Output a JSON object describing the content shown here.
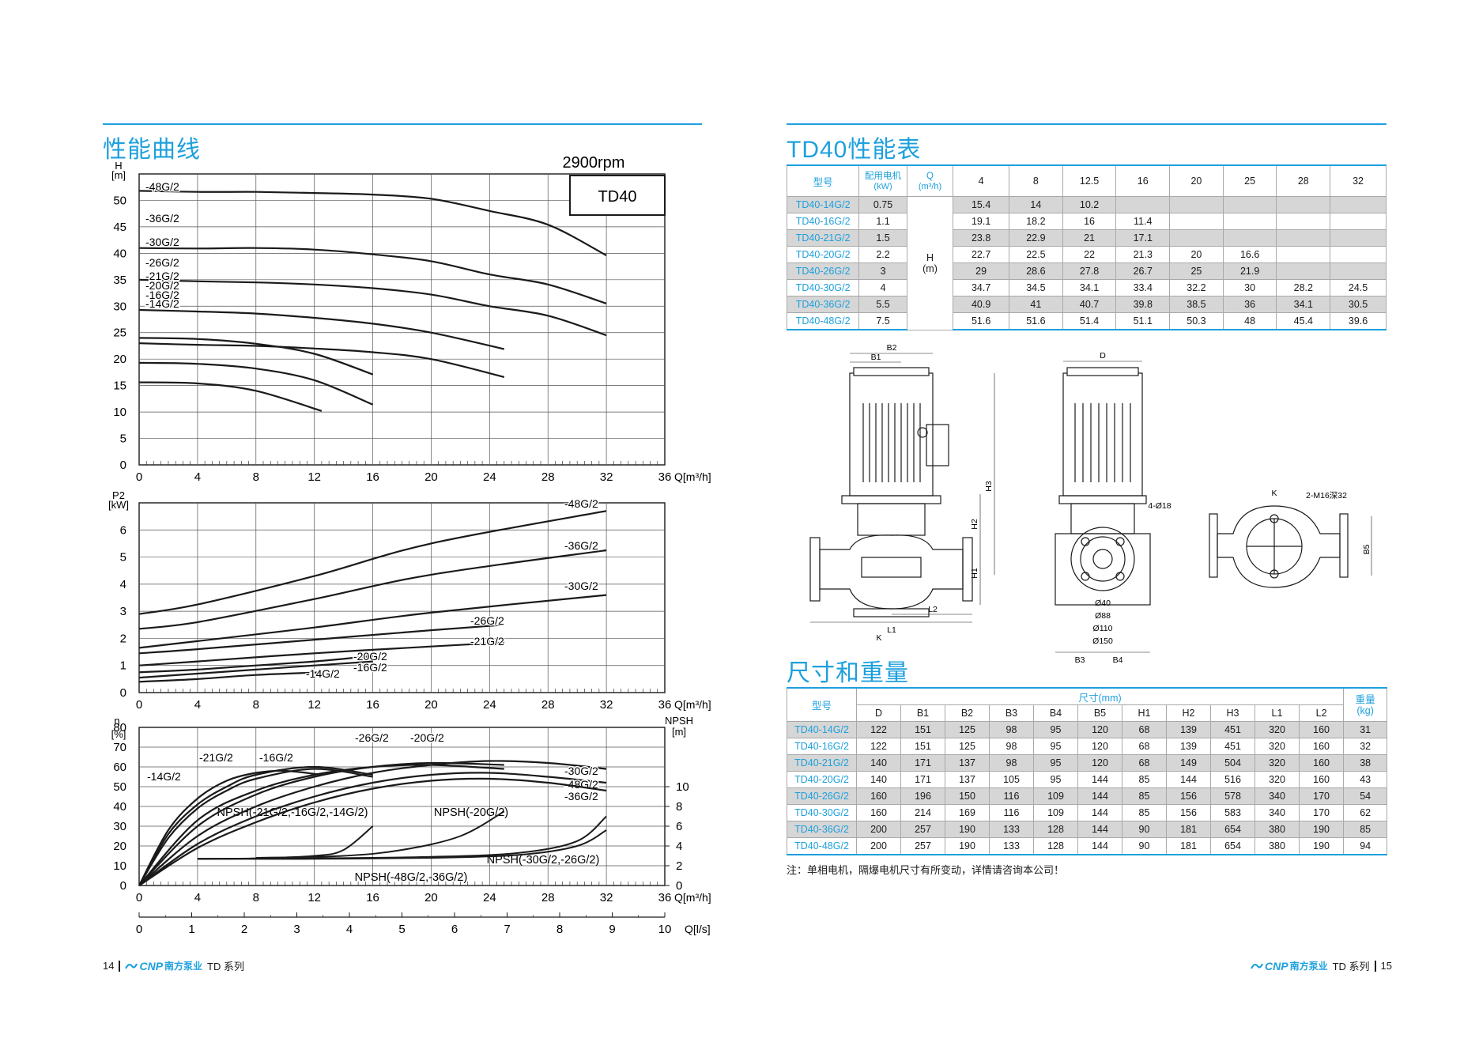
{
  "left_page": {
    "title": "性能曲线",
    "speed": "2900rpm",
    "model_box": "TD40",
    "h_label": "H",
    "h_unit": "[m]",
    "p_label": "P2",
    "p_unit": "[kW]",
    "eta_label": "η",
    "eta_unit": "[%]",
    "npsh_label": "NPSH",
    "npsh_unit": "[m]",
    "q_unit_m3h": "Q[m³/h]",
    "q_unit_ls": "Q[l/s]",
    "npsh_labels": [
      "NPSH(-21G/2,-16G/2,-14G/2)",
      "NPSH(-20G/2)",
      "NPSH(-30G/2,-26G/2)",
      "NPSH(-48G/2,-36G/2)"
    ]
  },
  "chart_data": [
    {
      "type": "line",
      "title": "",
      "ylabel": "H [m]",
      "xlabel": "Q[m³/h]",
      "xlim": [
        0,
        36
      ],
      "ylim": [
        0,
        55
      ],
      "x_ticks": [
        "0",
        "4",
        "8",
        "12",
        "16",
        "20",
        "24",
        "28",
        "32",
        "36"
      ],
      "y_ticks": [
        "0",
        "5",
        "10",
        "15",
        "20",
        "25",
        "30",
        "35",
        "40",
        "45",
        "50"
      ],
      "grid": true,
      "series": [
        {
          "name": "-48G/2",
          "x": [
            0,
            4,
            8,
            12,
            16,
            20,
            24,
            28,
            32
          ],
          "y": [
            51.8,
            51.6,
            51.6,
            51.4,
            51.1,
            50.3,
            48.0,
            45.4,
            39.6
          ]
        },
        {
          "name": "-36G/2",
          "x": [
            0,
            4,
            8,
            12,
            16,
            20,
            24,
            28,
            32
          ],
          "y": [
            41.0,
            40.9,
            41.0,
            40.7,
            39.8,
            38.5,
            36.0,
            34.1,
            30.5
          ]
        },
        {
          "name": "-30G/2",
          "x": [
            0,
            4,
            8,
            12,
            16,
            20,
            24,
            28,
            32
          ],
          "y": [
            35.0,
            34.7,
            34.5,
            34.1,
            33.4,
            32.2,
            30.0,
            28.2,
            24.5
          ]
        },
        {
          "name": "-26G/2",
          "x": [
            0,
            4,
            8,
            12,
            16,
            20,
            25
          ],
          "y": [
            29.3,
            29.0,
            28.6,
            27.8,
            26.7,
            25.0,
            21.9
          ]
        },
        {
          "name": "-21G/2",
          "x": [
            0,
            4,
            8,
            12,
            16
          ],
          "y": [
            24.0,
            23.8,
            22.9,
            21.0,
            17.1
          ]
        },
        {
          "name": "-20G/2",
          "x": [
            0,
            4,
            8,
            12,
            16,
            20,
            25
          ],
          "y": [
            23.0,
            22.7,
            22.5,
            22.0,
            21.3,
            20.0,
            16.6
          ]
        },
        {
          "name": "-16G/2",
          "x": [
            0,
            4,
            8,
            12,
            16
          ],
          "y": [
            19.3,
            19.1,
            18.2,
            16.0,
            11.4
          ]
        },
        {
          "name": "-14G/2",
          "x": [
            0,
            4,
            8,
            12.5
          ],
          "y": [
            15.6,
            15.4,
            14.0,
            10.2
          ]
        }
      ]
    },
    {
      "type": "line",
      "title": "",
      "ylabel": "P2 [kW]",
      "xlabel": "Q[m³/h]",
      "xlim": [
        0,
        36
      ],
      "ylim": [
        0,
        7
      ],
      "x_ticks": [
        "0",
        "4",
        "8",
        "12",
        "16",
        "20",
        "24",
        "28",
        "32",
        "36"
      ],
      "y_ticks": [
        "0",
        "1",
        "2",
        "3",
        "4",
        "5",
        "6"
      ],
      "grid": true,
      "series": [
        {
          "name": "-48G/2",
          "x": [
            0,
            4,
            12,
            20,
            32
          ],
          "y": [
            2.9,
            3.25,
            4.3,
            5.5,
            6.7
          ]
        },
        {
          "name": "-36G/2",
          "x": [
            0,
            4,
            12,
            20,
            32
          ],
          "y": [
            2.35,
            2.6,
            3.45,
            4.35,
            5.25
          ]
        },
        {
          "name": "-30G/2",
          "x": [
            0,
            4,
            12,
            20,
            32
          ],
          "y": [
            1.65,
            1.9,
            2.4,
            2.95,
            3.6
          ]
        },
        {
          "name": "-26G/2",
          "x": [
            0,
            4,
            12,
            20,
            25
          ],
          "y": [
            1.45,
            1.6,
            1.95,
            2.3,
            2.5
          ]
        },
        {
          "name": "-21G/2",
          "x": [
            0,
            4,
            12,
            20,
            25
          ],
          "y": [
            1.0,
            1.15,
            1.45,
            1.7,
            1.85
          ]
        },
        {
          "name": "-20G/2",
          "x": [
            0,
            4,
            8,
            12,
            16
          ],
          "y": [
            0.75,
            0.85,
            1.0,
            1.15,
            1.35
          ]
        },
        {
          "name": "-16G/2",
          "x": [
            0,
            4,
            8,
            12,
            16
          ],
          "y": [
            0.55,
            0.7,
            0.85,
            1.0,
            1.15
          ]
        },
        {
          "name": "-14G/2",
          "x": [
            0,
            4,
            8,
            12.5
          ],
          "y": [
            0.4,
            0.5,
            0.65,
            0.75
          ]
        }
      ]
    },
    {
      "type": "line",
      "title": "",
      "ylabel": "η [%] / NPSH [m]",
      "xlabel": "Q[m³/h]",
      "xlim": [
        0,
        36
      ],
      "ylim": [
        0,
        80
      ],
      "x_ticks": [
        "0",
        "4",
        "8",
        "12",
        "16",
        "20",
        "24",
        "28",
        "32",
        "36"
      ],
      "y_ticks": [
        "0",
        "10",
        "20",
        "30",
        "40",
        "50",
        "60",
        "70",
        "80"
      ],
      "y2_ticks": [
        "0",
        "2",
        "4",
        "6",
        "8",
        "10"
      ],
      "y2lim": [
        0,
        16
      ],
      "x2_ticks": [
        "0",
        "1",
        "2",
        "3",
        "4",
        "5",
        "6",
        "7",
        "8",
        "9",
        "10"
      ],
      "x2_unit": "Q[l/s]",
      "grid": true,
      "series": [
        {
          "name": "-14G/2",
          "x": [
            0,
            2,
            4,
            6,
            8,
            10,
            12.5
          ],
          "y": [
            0,
            28,
            44,
            53,
            57,
            58,
            56
          ]
        },
        {
          "name": "-16G/2",
          "x": [
            0,
            2,
            4,
            6,
            8,
            12,
            16
          ],
          "y": [
            0,
            26,
            41,
            50,
            56,
            60,
            56
          ]
        },
        {
          "name": "-21G/2",
          "x": [
            0,
            2,
            4,
            6,
            8,
            12,
            16
          ],
          "y": [
            0,
            24,
            39,
            48,
            54,
            59,
            55
          ]
        },
        {
          "name": "-20G/2",
          "x": [
            0,
            4,
            8,
            12,
            16,
            20,
            25
          ],
          "y": [
            0,
            33,
            48,
            56,
            60,
            61,
            59
          ]
        },
        {
          "name": "-26G/2",
          "x": [
            0,
            4,
            8,
            12,
            16,
            20,
            25
          ],
          "y": [
            0,
            30,
            46,
            55,
            60,
            62,
            61
          ]
        },
        {
          "name": "-30G/2",
          "x": [
            0,
            4,
            8,
            12,
            16,
            20,
            24,
            28,
            32
          ],
          "y": [
            0,
            25,
            40,
            50,
            57,
            61,
            63,
            62,
            59
          ]
        },
        {
          "name": "-48G/2",
          "x": [
            0,
            4,
            8,
            12,
            16,
            20,
            24,
            28,
            32
          ],
          "y": [
            0,
            21,
            35,
            45,
            52,
            56,
            57,
            55,
            52
          ]
        },
        {
          "name": "-36G/2",
          "x": [
            0,
            4,
            8,
            12,
            16,
            20,
            24,
            28,
            32
          ],
          "y": [
            0,
            19,
            32,
            42,
            49,
            53,
            54,
            52,
            48
          ]
        },
        {
          "name": "NPSH(-21G/2,-16G/2,-14G/2)",
          "axis": "y2",
          "x": [
            4,
            8,
            12,
            14,
            16
          ],
          "y": [
            2.7,
            2.75,
            3.0,
            3.6,
            6.0
          ]
        },
        {
          "name": "NPSH(-20G/2)",
          "axis": "y2",
          "x": [
            8,
            14,
            18,
            22,
            25
          ],
          "y": [
            2.8,
            3.0,
            3.6,
            5.0,
            7.5
          ]
        },
        {
          "name": "NPSH(-30G/2,-26G/2)",
          "axis": "y2",
          "x": [
            4,
            12,
            20,
            26,
            30,
            32
          ],
          "y": [
            2.7,
            2.75,
            2.9,
            3.3,
            4.5,
            7.0
          ]
        },
        {
          "name": "NPSH(-48G/2,-36G/2)",
          "axis": "y2",
          "x": [
            4,
            12,
            20,
            26,
            30,
            32
          ],
          "y": [
            2.7,
            2.7,
            2.8,
            3.1,
            4.0,
            5.6
          ]
        }
      ]
    }
  ],
  "right_page": {
    "perf_title": "TD40性能表",
    "dim_title": "尺寸和重量",
    "perf_table": {
      "h_model": "型号",
      "h_motor": "配用电机",
      "h_motor_unit": "(kW)",
      "h_q": "Q",
      "h_q_unit": "(m³/h)",
      "h_label": "H",
      "h_label_unit": "(m)",
      "flows": [
        "4",
        "8",
        "12.5",
        "16",
        "20",
        "25",
        "28",
        "32"
      ],
      "rows": [
        {
          "model": "TD40-14G/2",
          "kw": "0.75",
          "h": [
            "15.4",
            "14",
            "10.2",
            "",
            "",
            "",
            "",
            ""
          ]
        },
        {
          "model": "TD40-16G/2",
          "kw": "1.1",
          "h": [
            "19.1",
            "18.2",
            "16",
            "11.4",
            "",
            "",
            "",
            ""
          ]
        },
        {
          "model": "TD40-21G/2",
          "kw": "1.5",
          "h": [
            "23.8",
            "22.9",
            "21",
            "17.1",
            "",
            "",
            "",
            ""
          ]
        },
        {
          "model": "TD40-20G/2",
          "kw": "2.2",
          "h": [
            "22.7",
            "22.5",
            "22",
            "21.3",
            "20",
            "16.6",
            "",
            ""
          ]
        },
        {
          "model": "TD40-26G/2",
          "kw": "3",
          "h": [
            "29",
            "28.6",
            "27.8",
            "26.7",
            "25",
            "21.9",
            "",
            ""
          ]
        },
        {
          "model": "TD40-30G/2",
          "kw": "4",
          "h": [
            "34.7",
            "34.5",
            "34.1",
            "33.4",
            "32.2",
            "30",
            "28.2",
            "24.5"
          ]
        },
        {
          "model": "TD40-36G/2",
          "kw": "5.5",
          "h": [
            "40.9",
            "41",
            "40.7",
            "39.8",
            "38.5",
            "36",
            "34.1",
            "30.5"
          ]
        },
        {
          "model": "TD40-48G/2",
          "kw": "7.5",
          "h": [
            "51.6",
            "51.6",
            "51.4",
            "51.1",
            "50.3",
            "48",
            "45.4",
            "39.6"
          ]
        }
      ]
    },
    "dim_table": {
      "h_model": "型号",
      "h_dims": "尺寸(mm)",
      "h_weight": "重量",
      "h_weight_unit": "(kg)",
      "cols": [
        "D",
        "B1",
        "B2",
        "B3",
        "B4",
        "B5",
        "H1",
        "H2",
        "H3",
        "L1",
        "L2"
      ],
      "rows": [
        {
          "model": "TD40-14G/2",
          "v": [
            "122",
            "151",
            "125",
            "98",
            "95",
            "120",
            "68",
            "139",
            "451",
            "320",
            "160"
          ],
          "kg": "31"
        },
        {
          "model": "TD40-16G/2",
          "v": [
            "122",
            "151",
            "125",
            "98",
            "95",
            "120",
            "68",
            "139",
            "451",
            "320",
            "160"
          ],
          "kg": "32"
        },
        {
          "model": "TD40-21G/2",
          "v": [
            "140",
            "171",
            "137",
            "98",
            "95",
            "120",
            "68",
            "149",
            "504",
            "320",
            "160"
          ],
          "kg": "38"
        },
        {
          "model": "TD40-20G/2",
          "v": [
            "140",
            "171",
            "137",
            "105",
            "95",
            "144",
            "85",
            "144",
            "516",
            "320",
            "160"
          ],
          "kg": "43"
        },
        {
          "model": "TD40-26G/2",
          "v": [
            "160",
            "196",
            "150",
            "116",
            "109",
            "144",
            "85",
            "156",
            "578",
            "340",
            "170"
          ],
          "kg": "54"
        },
        {
          "model": "TD40-30G/2",
          "v": [
            "160",
            "214",
            "169",
            "116",
            "109",
            "144",
            "85",
            "156",
            "583",
            "340",
            "170"
          ],
          "kg": "62"
        },
        {
          "model": "TD40-36G/2",
          "v": [
            "200",
            "257",
            "190",
            "133",
            "128",
            "144",
            "90",
            "181",
            "654",
            "380",
            "190"
          ],
          "kg": "85"
        },
        {
          "model": "TD40-48G/2",
          "v": [
            "200",
            "257",
            "190",
            "133",
            "128",
            "144",
            "90",
            "181",
            "654",
            "380",
            "190"
          ],
          "kg": "94"
        }
      ]
    },
    "note": "注：单相电机，隔爆电机尺寸有所变动，详情请咨询本公司！",
    "drawing_labels": {
      "b1": "B1",
      "b2": "B2",
      "b3": "B3",
      "b4": "B4",
      "b5": "B5",
      "d": "D",
      "h1": "H1",
      "h2": "H2",
      "h3": "H3",
      "l1": "L1",
      "l2": "L2",
      "k": "K",
      "flange_holes": "4-Ø18",
      "thread": "2-M16深32",
      "d40": "Ø40",
      "d88": "Ø88",
      "d110": "Ø110",
      "d150": "Ø150"
    }
  },
  "footer": {
    "left_page_no": "14",
    "right_page_no": "15",
    "logo_mark": "CNP",
    "brand": "南方泵业",
    "series": "TD 系列"
  }
}
